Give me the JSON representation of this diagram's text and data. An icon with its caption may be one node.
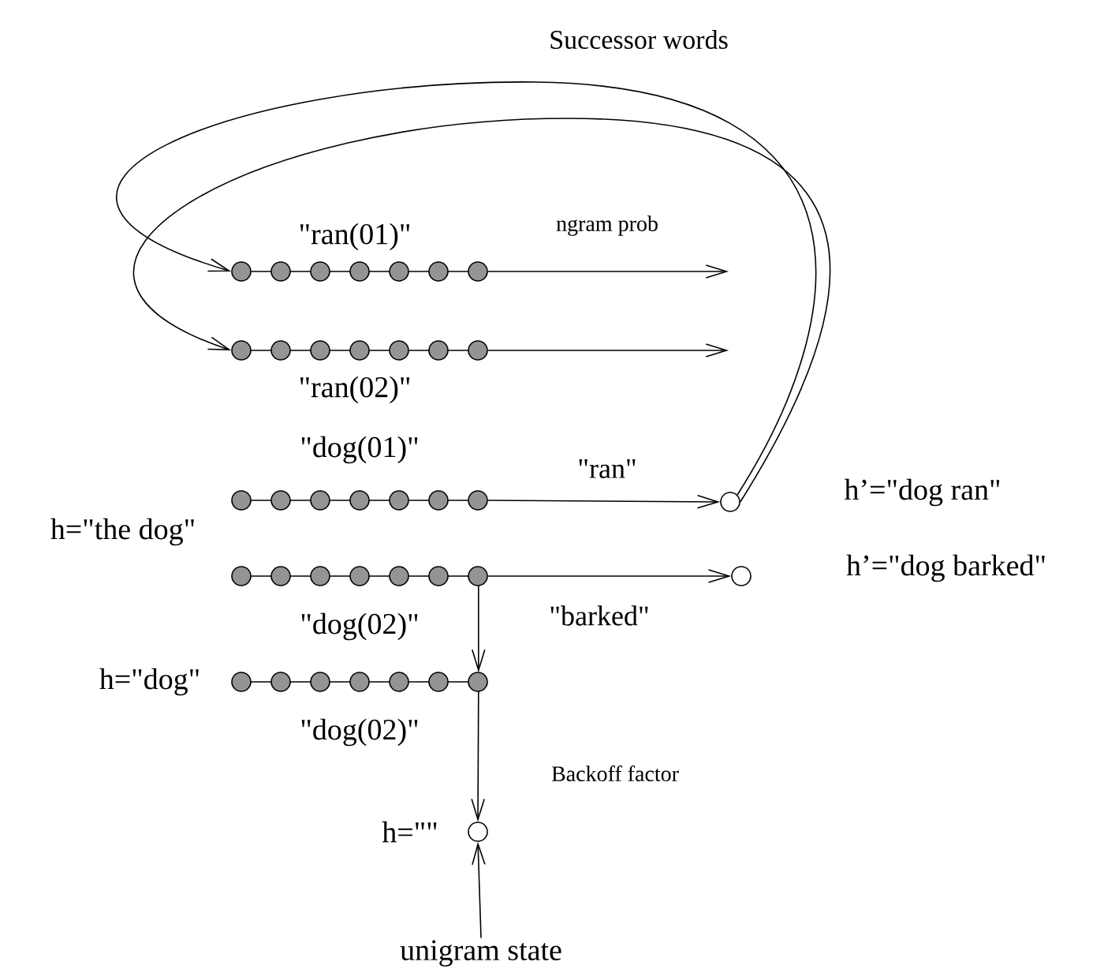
{
  "diagram": {
    "nodes": [
      {
        "text": [],
        "shape": "bar",
        "beside": [
          "\"ran(01)\""
        ]
      },
      {
        "text": [],
        "shape": "bar",
        "beside": [
          "\"ran(02)\""
        ]
      },
      {
        "text": [],
        "shape": "bar",
        "beside": [
          "\"dog(01)\""
        ]
      },
      {
        "text": [],
        "shape": "bar",
        "beside": [
          "\"dog(02)\""
        ]
      },
      {
        "text": [],
        "shape": "circle",
        "beside": [
          "h’=\"dog ran\""
        ]
      },
      {
        "text": [],
        "shape": "circle",
        "beside": [
          "h’=\"dog barked\""
        ]
      },
      {
        "text": [],
        "shape": "bar",
        "beside": [
          "h=\"dog\"",
          "\"dog(02)\""
        ]
      },
      {
        "text": [],
        "shape": "circle",
        "beside": [
          "h=\"\""
        ]
      },
      {
        "text": [
          "unigram state"
        ]
      }
    ],
    "edges": [
      {
        "from": 0,
        "to": null,
        "arrow": "to",
        "label": "ngram prob"
      },
      {
        "from": 1,
        "to": null,
        "arrow": "to"
      },
      {
        "from": 2,
        "to": 4,
        "arrow": "to",
        "label": "\"ran\""
      },
      {
        "from": 3,
        "to": 5,
        "arrow": "to",
        "label": "\"barked\""
      },
      {
        "from": 3,
        "to": 6,
        "arrow": "to"
      },
      {
        "from": 6,
        "to": 7,
        "arrow": "to",
        "label": "Backoff factor"
      },
      {
        "from": 8,
        "to": 7,
        "arrow": "to"
      },
      {
        "from": 4,
        "to": 0,
        "arrow": "to"
      },
      {
        "from": 4,
        "to": 1,
        "arrow": "to"
      }
    ],
    "labels": [
      "Successor words",
      "h=\"the dog\""
    ]
  }
}
